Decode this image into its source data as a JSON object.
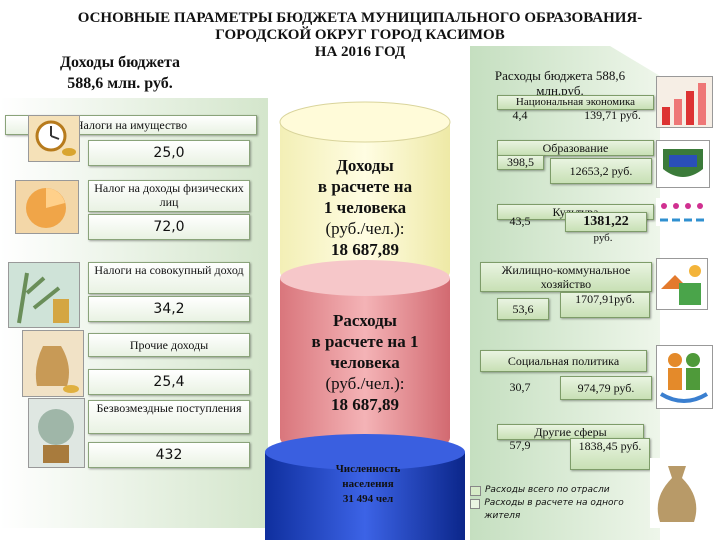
{
  "title": {
    "line1": "ОСНОВНЫЕ ПАРАМЕТРЫ БЮДЖЕТА МУНИЦИПАЛЬНОГО ОБРАЗОВАНИЯ-",
    "line2": "ГОРОДСКОЙ ОКРУГ ГОРОД КАСИМОВ",
    "line3": "НА 2016 ГОД"
  },
  "income": {
    "header_line1": "Доходы бюджета",
    "header_line2": "588,6 млн. руб.",
    "items": [
      {
        "label": "Налоги на имущество",
        "value": "25,0",
        "icon": "clock-coin-icon"
      },
      {
        "label": "Налог на доходы физических лиц",
        "value": "72,0",
        "icon": "pie-chart-icon"
      },
      {
        "label": "Налоги на совокупный доход",
        "value": "34,2",
        "icon": "money-tree-icon"
      },
      {
        "label": "Прочие доходы",
        "value": "25,4",
        "icon": "money-bag-icon"
      },
      {
        "label": "Безвозмездные поступления",
        "value": "432",
        "icon": "money-plant-icon"
      }
    ]
  },
  "center": {
    "income_per_capita": [
      "Доходы",
      "в расчете на",
      "1 человека",
      "(руб./чел.):",
      "18 687,89"
    ],
    "expense_per_capita": [
      "Расходы",
      "в расчете на 1",
      "человека",
      "(руб./чел.):",
      "18 687,89"
    ],
    "population": [
      "Численность",
      "населения",
      "31 494 чел"
    ]
  },
  "expenses": {
    "header": "Расходы бюджета 588,6 млн.руб.",
    "items": [
      {
        "label": "Национальная экономика",
        "total": "4,4",
        "per_capita": "139,71 руб.",
        "icon": "bar-chart-icon"
      },
      {
        "label": "Образование",
        "total": "398,5",
        "per_capita": "12653,2 руб.",
        "icon": "education-emblem-icon"
      },
      {
        "label": "Культура",
        "total": "43,5",
        "per_capita": "1381,22 руб.",
        "icon": "dancers-icon"
      },
      {
        "label": "Жилищно-коммунальное хозяйство",
        "total": "53,6",
        "per_capita": "1707,91руб.",
        "icon": "utilities-icon"
      },
      {
        "label": "Социальная политика",
        "total": "30,7",
        "per_capita": "974,79 руб.",
        "icon": "family-icon"
      },
      {
        "label": "Другие сферы",
        "total": "57,9",
        "per_capita": "1838,45 руб.",
        "icon": "sack-icon"
      }
    ]
  },
  "legend": {
    "item1": "Расходы всего по отрасли",
    "item2": "Расходы в расчете на одного жителя"
  },
  "colors": {
    "income_cylinder": "#fffcd0",
    "expense_cylinder": "#eea3a7",
    "population_cylinder": "#1e43c9",
    "box_green": "#d7ebc8",
    "arrow_bg": "#d6e8cf"
  }
}
